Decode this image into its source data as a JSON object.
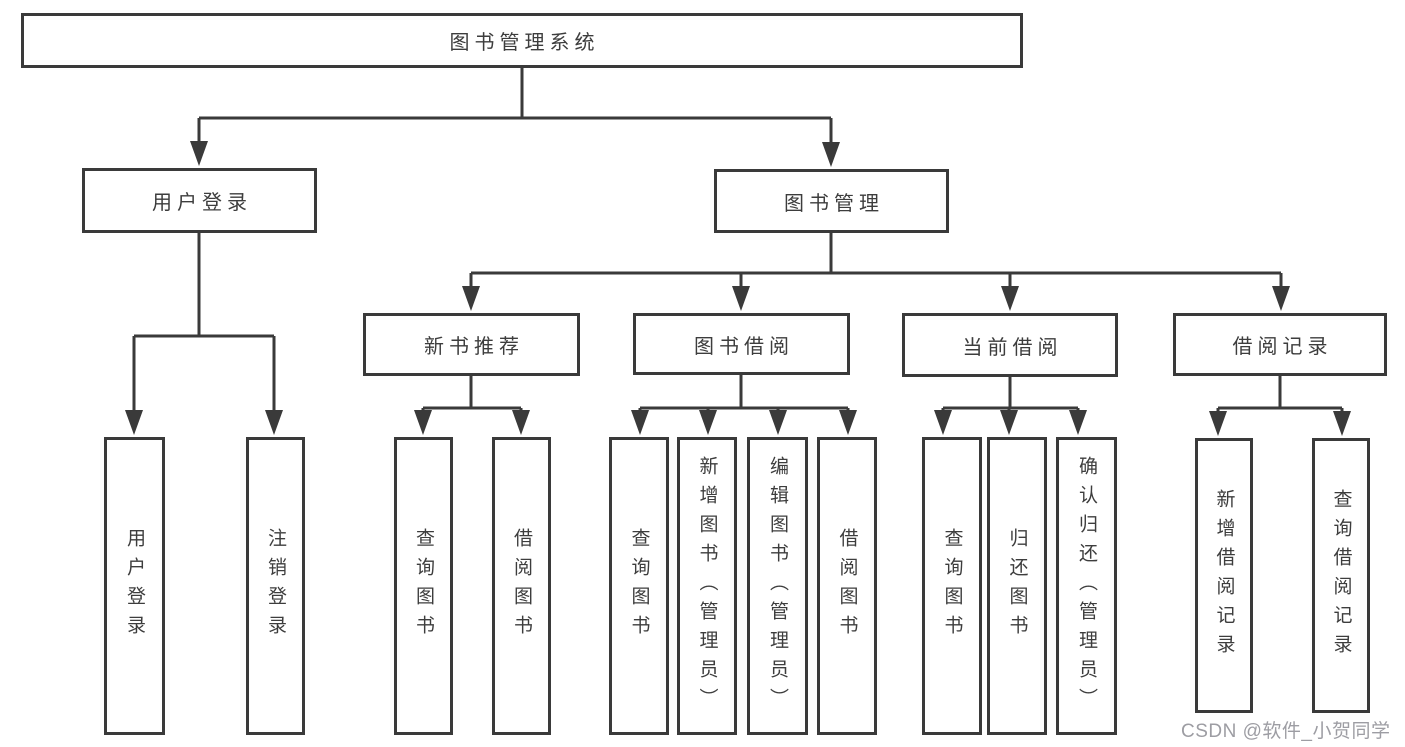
{
  "diagram": {
    "root": {
      "label": "图书管理系统"
    },
    "level2": [
      {
        "label": "用户登录"
      },
      {
        "label": "图书管理"
      }
    ],
    "level3": [
      {
        "label": "新书推荐"
      },
      {
        "label": "图书借阅"
      },
      {
        "label": "当前借阅"
      },
      {
        "label": "借阅记录"
      }
    ],
    "leaves": [
      {
        "label": "用户登录"
      },
      {
        "label": "注销登录"
      },
      {
        "label": "查询图书"
      },
      {
        "label": "借阅图书"
      },
      {
        "label": "查询图书"
      },
      {
        "label": "新增图书（管理员）"
      },
      {
        "label": "编辑图书（管理员）"
      },
      {
        "label": "借阅图书"
      },
      {
        "label": "查询图书"
      },
      {
        "label": "归还图书"
      },
      {
        "label": "确认归还（管理员）"
      },
      {
        "label": "新增借阅记录"
      },
      {
        "label": "查询借阅记录"
      }
    ]
  },
  "watermark": {
    "text": "CSDN @软件_小贺同学"
  },
  "colors": {
    "line": "#3a3a3a",
    "text": "#3d3d3d",
    "watermark": "#9d9da3",
    "background": "#ffffff"
  }
}
